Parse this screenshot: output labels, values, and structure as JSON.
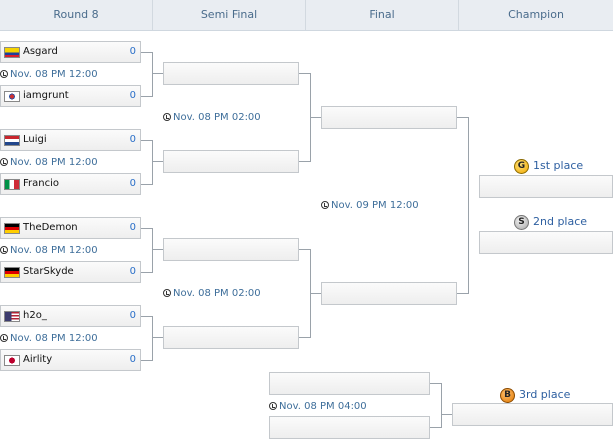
{
  "headers": [
    "Round 8",
    "Semi Final",
    "Final",
    "Champion"
  ],
  "round8": [
    {
      "name": "Asgard",
      "score": "0",
      "flag": "colombia"
    },
    {
      "name": "iamgrunt",
      "score": "0",
      "flag": "south-korea"
    },
    {
      "name": "Luigi",
      "score": "0",
      "flag": "netherlands"
    },
    {
      "name": "Francio",
      "score": "0",
      "flag": "italy"
    },
    {
      "name": "TheDemon",
      "score": "0",
      "flag": "germany"
    },
    {
      "name": "StarSkyde",
      "score": "0",
      "flag": "germany"
    },
    {
      "name": "h2o_",
      "score": "0",
      "flag": "united-states"
    },
    {
      "name": "Airlity",
      "score": "0",
      "flag": "japan"
    }
  ],
  "times": {
    "r8": [
      "Nov. 08  PM 12:00",
      "Nov. 08  PM 12:00",
      "Nov. 08  PM 12:00",
      "Nov. 08  PM 12:00"
    ],
    "semi": [
      "Nov. 08  PM 02:00",
      "Nov. 08  PM 02:00"
    ],
    "final": "Nov. 09  PM 12:00",
    "third": "Nov. 08  PM 04:00"
  },
  "places": {
    "first": {
      "badge": "G",
      "label": "1st place"
    },
    "second": {
      "badge": "S",
      "label": "2nd place"
    },
    "third": {
      "badge": "B",
      "label": "3rd place"
    }
  },
  "colors": {
    "score": "#2a6fc8",
    "time": "#3e6e9a",
    "place": "#2d5fa0",
    "header_bg": "#e9edf2"
  }
}
